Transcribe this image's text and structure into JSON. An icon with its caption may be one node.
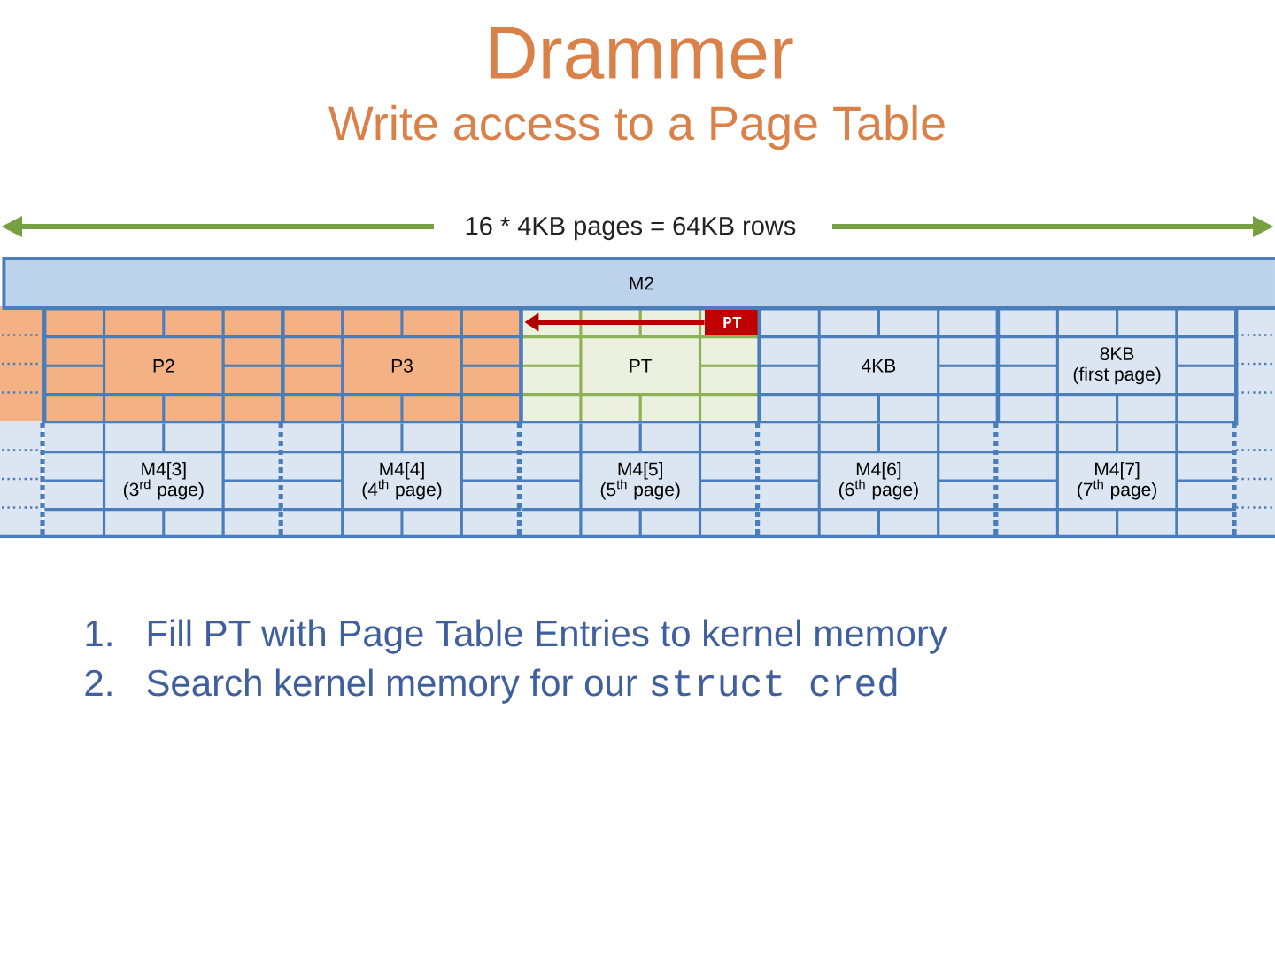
{
  "diagram": {
    "title": "Drammer",
    "nodes": [
      {
        "text": [
          "M2"
        ]
      },
      {
        "text": [
          "P2"
        ]
      },
      {
        "text": [
          "P3"
        ]
      },
      {
        "text": [
          "PT"
        ]
      },
      {
        "text": [
          "PT"
        ],
        "in": 3
      },
      {
        "text": [
          "4KB"
        ]
      },
      {
        "text": [
          "8KB",
          "(first page)"
        ]
      },
      {
        "text": [
          "M4[3]",
          "(3$^{rd}$ page)"
        ]
      },
      {
        "text": [
          "M4[4]",
          "(4$^{th}$ page)"
        ]
      },
      {
        "text": [
          "M4[5]",
          "(5$^{th}$ page)"
        ]
      },
      {
        "text": [
          "M4[6]",
          "(6$^{th}$ page)"
        ]
      },
      {
        "text": [
          "M4[7]",
          "(7$^{th}$ page)"
        ]
      }
    ],
    "edges": [
      {
        "from": 4,
        "to": 3,
        "arrow": "to"
      }
    ],
    "labels": [
      "Write access to a Page Table",
      "16 * 4KB pages = 64KB rows",
      "1.",
      "Fill PT with Page Table Entries to kernel memory",
      "2.",
      "Search kernel memory for our",
      "struct cred"
    ]
  }
}
